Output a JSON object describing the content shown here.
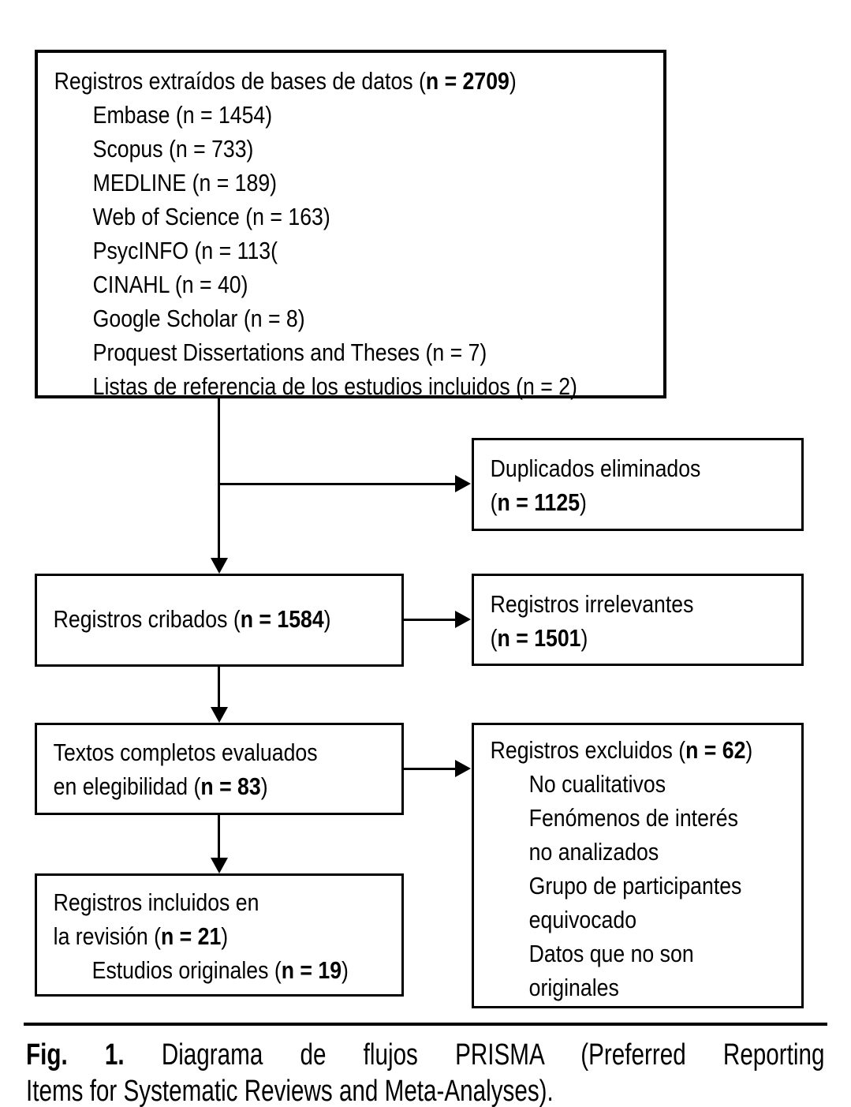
{
  "diagram": {
    "sources": {
      "title": {
        "pre": "Registros extraídos de bases de datos (",
        "bold": "n = 2709",
        "post": ")"
      },
      "items": [
        "Embase (n = 1454)",
        "Scopus (n = 733)",
        "MEDLINE (n = 189)",
        "Web of Science (n = 163)",
        "PsycINFO (n = 113(",
        "CINAHL (n = 40)",
        "Google Scholar (n = 8)",
        "Proquest Dissertations and Theses (n = 7)",
        "Listas de referencia de los estudios incluidos (n = 2)"
      ]
    },
    "duplicates": {
      "line1": "Duplicados eliminados",
      "n": {
        "pre": "(",
        "bold": "n = 1125",
        "post": ")"
      }
    },
    "screened": {
      "line": {
        "pre": "Registros cribados (",
        "bold": "n = 1584",
        "post": ")"
      }
    },
    "irrelevant": {
      "line1": "Registros irrelevantes",
      "n": {
        "pre": "(",
        "bold": "n = 1501",
        "post": ")"
      }
    },
    "fulltext": {
      "line1": "Textos completos evaluados",
      "line2": {
        "pre": "en elegibilidad (",
        "bold": "n = 83",
        "post": ")"
      }
    },
    "excluded": {
      "title": {
        "pre": "Registros excluidos (",
        "bold": "n = 62",
        "post": ")"
      },
      "reasons": [
        "No cualitativos",
        "Fenómenos de interés",
        "no analizados",
        "Grupo de participantes",
        "equivocado",
        "Datos que no son",
        "originales"
      ]
    },
    "included": {
      "line1": "Registros incluidos en",
      "line2": {
        "pre": "la revisión (",
        "bold": "n = 21",
        "post": ")"
      },
      "line3": {
        "pre": "Estudios originales (",
        "bold": "n = 19",
        "post": ")"
      }
    }
  },
  "caption": {
    "label": "Fig. 1.",
    "line1": "Diagrama de flujos PRISMA (Preferred Reporting",
    "line2": "Items for Systematic Reviews and Meta-Analyses)."
  }
}
